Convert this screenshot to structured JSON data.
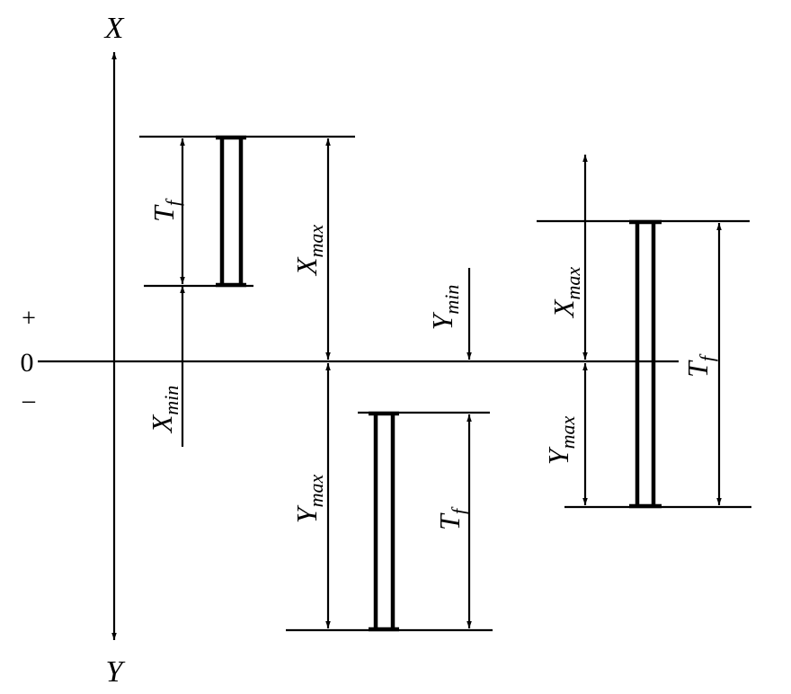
{
  "axes": {
    "x_label": "X",
    "y_label": "Y",
    "plus": "+",
    "zero": "0",
    "minus": "–"
  },
  "symbols": {
    "T": "T",
    "f": "f",
    "X": "X",
    "Y": "Y",
    "min": "min",
    "max": "max"
  },
  "colors": {
    "ink": "#000000",
    "paper": "#ffffff"
  }
}
